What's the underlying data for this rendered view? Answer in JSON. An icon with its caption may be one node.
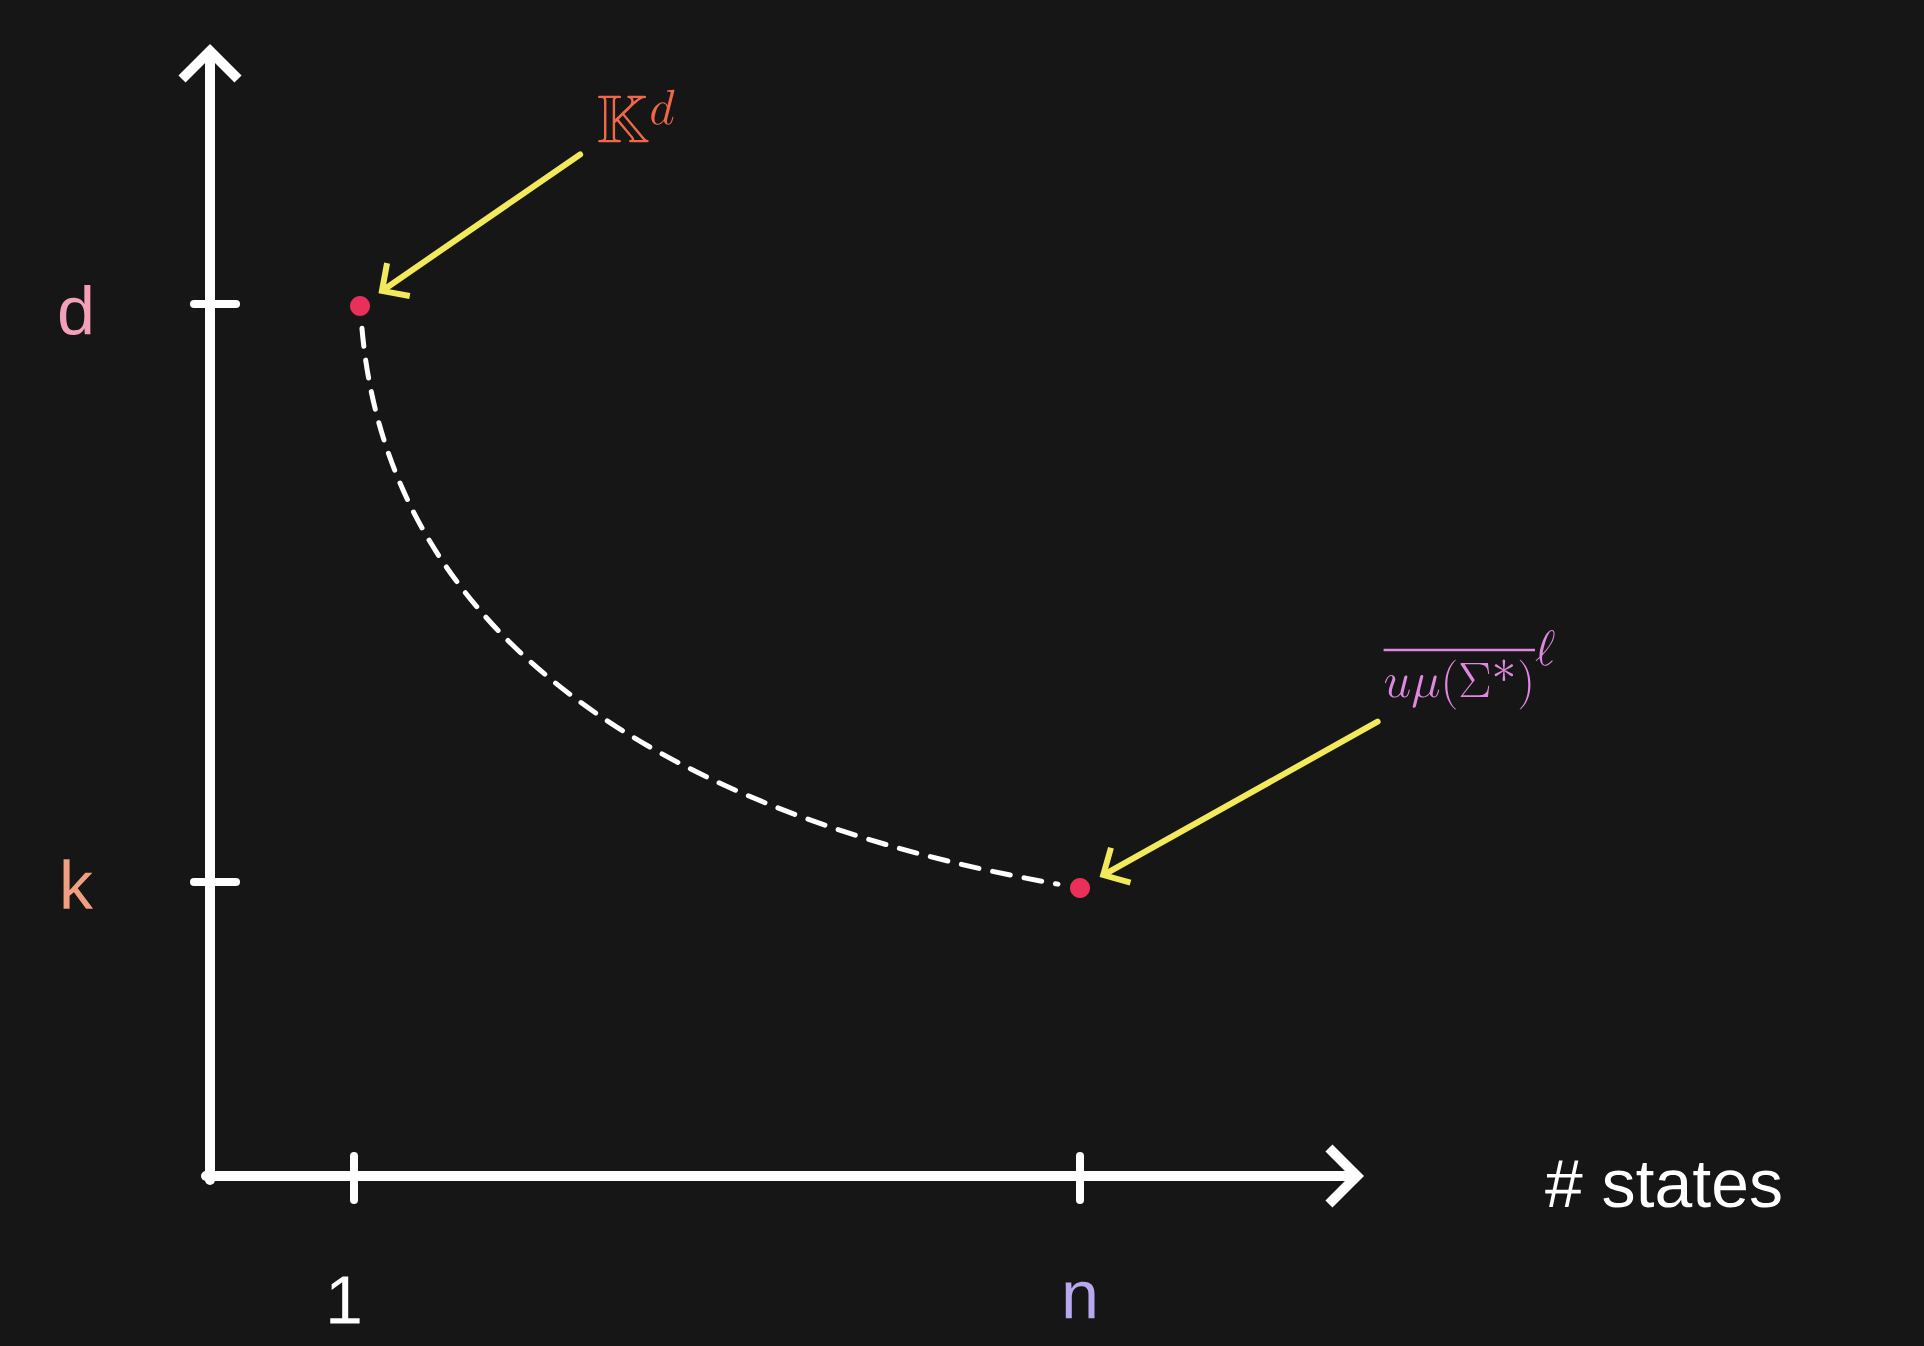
{
  "diagram": {
    "nodes": [
      {
        "text": [
          "\\mathbb{K}^d"
        ]
      },
      {
        "text": [],
        "shape": "circle"
      },
      {
        "text": [
          "\\overline{u\\mu(\\Sigma^*)}^{\\ell}"
        ]
      },
      {
        "text": [],
        "shape": "circle"
      }
    ],
    "edges": [
      {
        "from": 0,
        "to": 1,
        "arrow": "to",
        "color": "#f2ea5a"
      },
      {
        "from": 1,
        "to": 3,
        "arrow": "none",
        "style": "dashed",
        "color": "#ffffff"
      },
      {
        "from": 2,
        "to": 3,
        "arrow": "to",
        "color": "#f2ea5a"
      }
    ],
    "labels": [
      "d",
      "k",
      "1",
      "n",
      "# states"
    ]
  }
}
